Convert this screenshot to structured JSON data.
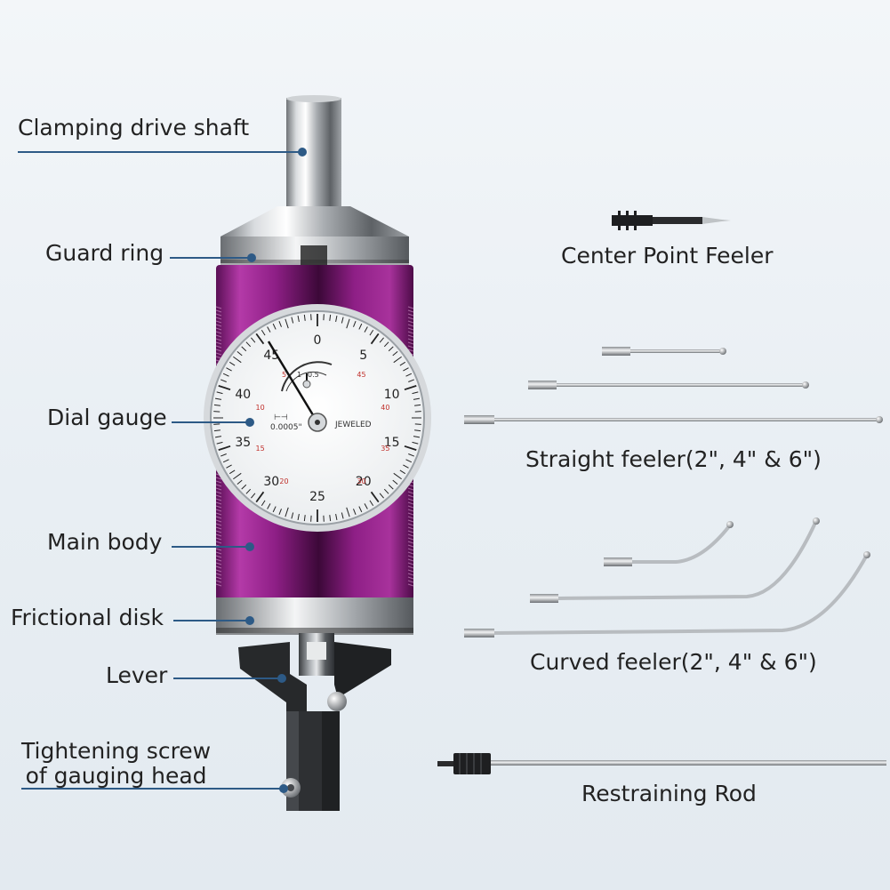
{
  "labels": {
    "clamping_drive_shaft": "Clamping drive shaft",
    "guard_ring": "Guard ring",
    "dial_gauge": "Dial gauge",
    "main_body": "Main body",
    "frictional_disk": "Frictional disk",
    "lever": "Lever",
    "tightening_screw_line1": "Tightening screw",
    "tightening_screw_line2": "of gauging head",
    "center_point_feeler": "Center Point Feeler",
    "straight_feeler": "Straight feeler(2\", 4\" & 6\")",
    "curved_feeler": "Curved feeler(2\", 4\" & 6\")",
    "restraining_rod": "Restraining Rod"
  },
  "dial": {
    "outer_numbers": [
      "0",
      "5",
      "10",
      "15",
      "20",
      "25",
      "30",
      "35",
      "40",
      "45"
    ],
    "inner_numbers": [
      "45",
      "40",
      "35",
      "30",
      "",
      "20",
      "15",
      "10",
      "5"
    ],
    "brand": "JEWELED",
    "resolution": "0.0005\"",
    "subdial_numbers": [
      "1",
      "0.5"
    ]
  },
  "colors": {
    "body": "#8e1f86",
    "leader": "#2d5a86",
    "inner_numbers": "#c0302b"
  }
}
